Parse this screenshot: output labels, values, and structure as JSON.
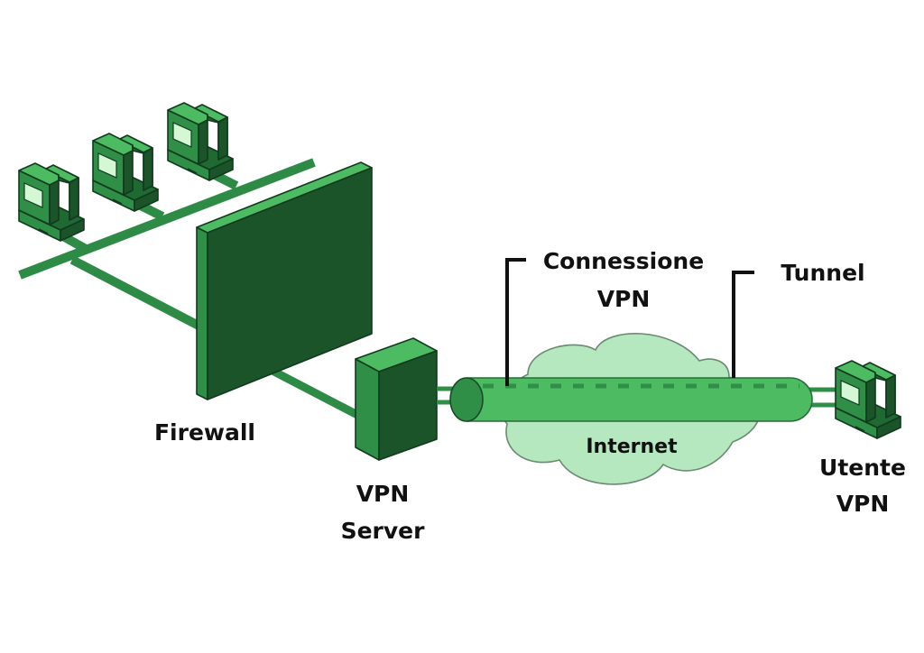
{
  "title": "VPN network diagram",
  "colors": {
    "light_green": "#4cbb62",
    "mid_green": "#2f8f47",
    "dark_green": "#1b5429",
    "screen": "#d5f8d4",
    "cloud": "#b5e8be",
    "cable": "#2e8b45",
    "label": "#111111"
  },
  "nodes": [
    {
      "id": "pc1",
      "type": "workstation",
      "icon": "computer-icon"
    },
    {
      "id": "pc2",
      "type": "workstation",
      "icon": "computer-icon"
    },
    {
      "id": "pc3",
      "type": "workstation",
      "icon": "computer-icon"
    },
    {
      "id": "firewall",
      "type": "firewall",
      "icon": "firewall-wall-icon",
      "label": "Firewall"
    },
    {
      "id": "vpn_server",
      "type": "server",
      "icon": "server-box-icon",
      "label_lines": [
        "VPN",
        "Server"
      ]
    },
    {
      "id": "internet",
      "type": "cloud",
      "icon": "cloud-icon",
      "label": "Internet"
    },
    {
      "id": "vpn_user",
      "type": "workstation",
      "icon": "computer-icon",
      "label_lines": [
        "Utente",
        "VPN"
      ]
    }
  ],
  "annotations": {
    "vpn_connection": {
      "lines": [
        "Connessione",
        "VPN"
      ]
    },
    "tunnel": {
      "label": "Tunnel"
    }
  },
  "edges": [
    {
      "from": "pc1",
      "to": "lan_bus"
    },
    {
      "from": "pc2",
      "to": "lan_bus"
    },
    {
      "from": "pc3",
      "to": "lan_bus"
    },
    {
      "from": "lan_bus",
      "to": "firewall"
    },
    {
      "from": "firewall",
      "to": "vpn_server"
    },
    {
      "from": "vpn_server",
      "to": "tunnel",
      "style": "double"
    },
    {
      "from": "tunnel",
      "to": "vpn_user",
      "style": "double"
    }
  ]
}
